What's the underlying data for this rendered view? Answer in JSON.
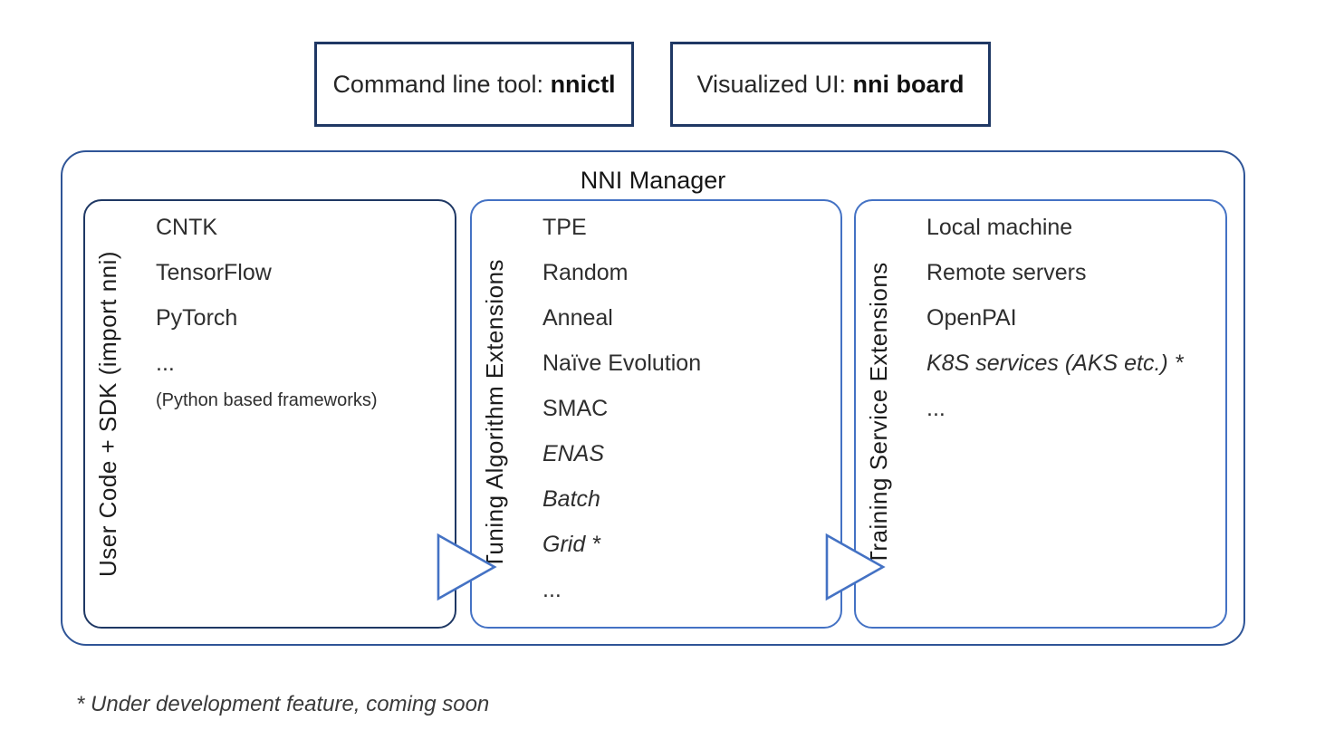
{
  "top_boxes": [
    {
      "prefix": "Command line tool: ",
      "bold": "nnictl"
    },
    {
      "prefix": "Visualized UI: ",
      "bold": "nni board"
    }
  ],
  "manager": {
    "title": "NNI Manager"
  },
  "panels": [
    {
      "label": "User Code + SDK (import nni)",
      "items": [
        {
          "text": "CNTK"
        },
        {
          "text": "TensorFlow"
        },
        {
          "text": "PyTorch"
        },
        {
          "text": "..."
        },
        {
          "text": "(Python based frameworks)",
          "small": true
        }
      ]
    },
    {
      "label": "Tuning Algorithm Extensions",
      "items": [
        {
          "text": "TPE"
        },
        {
          "text": "Random"
        },
        {
          "text": "Anneal"
        },
        {
          "text": "Naïve Evolution"
        },
        {
          "text": "SMAC"
        },
        {
          "text": "ENAS",
          "italic": true
        },
        {
          "text": "Batch",
          "italic": true
        },
        {
          "text": "Grid *",
          "italic": true
        },
        {
          "text": "..."
        }
      ]
    },
    {
      "label": "Training Service Extensions",
      "items": [
        {
          "text": "Local machine"
        },
        {
          "text": "Remote servers"
        },
        {
          "text": "OpenPAI"
        },
        {
          "text": "K8S services (AKS etc.) *",
          "italic": true
        },
        {
          "text": "..."
        }
      ]
    }
  ],
  "footnote": "* Under development feature, coming soon",
  "colors": {
    "navy": "#1f3864",
    "outer_blue": "#2f5597",
    "panel_blue": "#4472c4",
    "text": "#2e2e2e"
  }
}
